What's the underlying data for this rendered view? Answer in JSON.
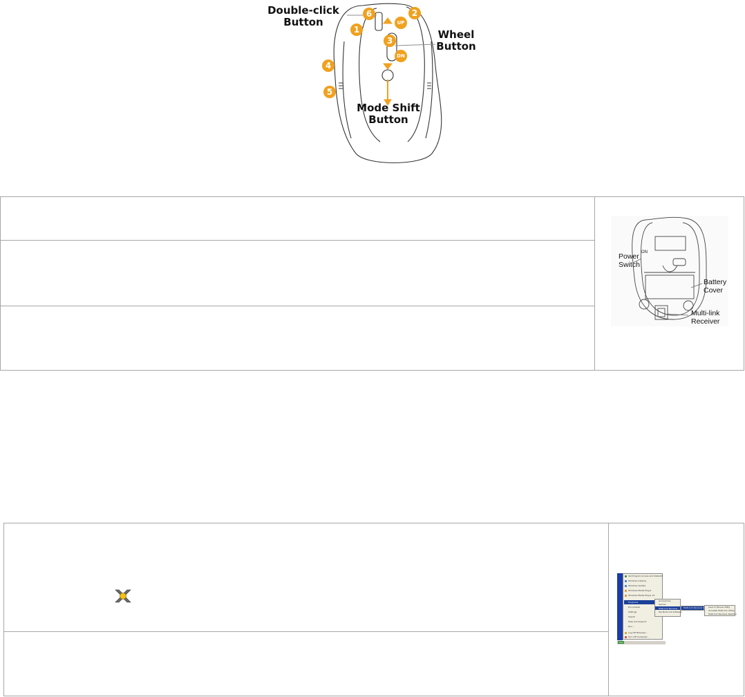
{
  "mouse_diagram": {
    "callouts": {
      "double_click": "Double-click\nButton",
      "wheel": "Wheel\nButton",
      "mode_shift": "Mode Shift\nButton"
    },
    "numbers": [
      "1",
      "2",
      "3",
      "4",
      "5",
      "6"
    ],
    "directions": {
      "up": "UP",
      "down": "DN"
    }
  },
  "underside_diagram": {
    "labels": {
      "power_switch": "Power\nSwitch",
      "on_mark": "ON",
      "battery_cover": "Battery\nCover",
      "receiver": "Multi-link\nReceiver"
    }
  },
  "start_menu_screenshot": {
    "left_items": [
      "Set Program Access and Defaults",
      "Windows Catalog",
      "Windows Update",
      "Windows Media Player",
      "Windows Media Player 10",
      "Programs",
      "Documents",
      "Settings",
      "Search",
      "Help and Support",
      "Run...",
      "Log Off Pollauser...",
      "Turn Off Computer..."
    ],
    "sub1": [
      "Accessories",
      "Games",
      "Multi-link Receiver",
      "Zip Multi-link Software"
    ],
    "sub2": [
      "Multi-link Receiver Utility"
    ],
    "sub3": [
      "Launch Mouse Utility",
      "Uninstall Multi-link Utility",
      "Multi-link Receiver Readme"
    ],
    "taskbar": "start"
  }
}
